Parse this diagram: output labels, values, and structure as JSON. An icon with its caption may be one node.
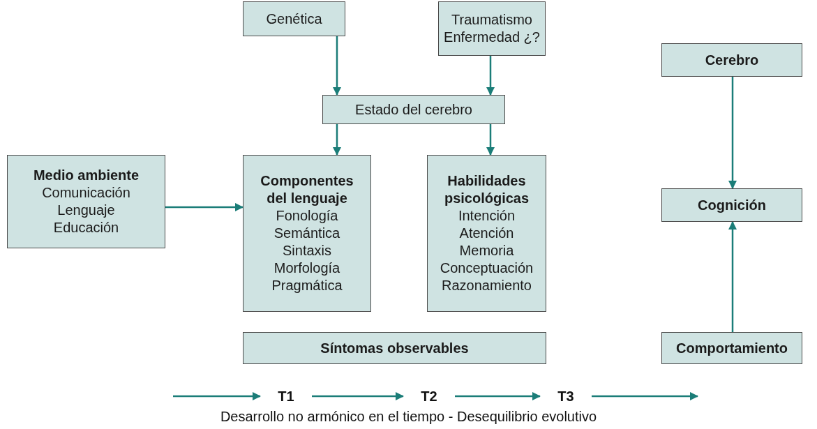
{
  "diagram": {
    "caption": "Desarrollo no armónico en el tiempo - Desequilibrio evolutivo",
    "nodes": [
      {
        "text": [
          "Genética"
        ]
      },
      {
        "text": [
          "Traumatismo Enfermedad ¿?"
        ]
      },
      {
        "text": [
          "Cerebro"
        ]
      },
      {
        "text": [
          "Estado del cerebro"
        ]
      },
      {
        "text": [
          "Medio ambiente",
          "Comunicación",
          "Lenguaje",
          "Educación"
        ]
      },
      {
        "text": [
          "Componentes del lenguaje",
          "Fonología",
          "Semántica",
          "Sintaxis",
          "Morfología",
          "Pragmática"
        ]
      },
      {
        "text": [
          "Habilidades psicológicas",
          "Intención",
          "Atención",
          "Memoria",
          "Conceptuación",
          "Razonamiento"
        ]
      },
      {
        "text": [
          "Cognición"
        ]
      },
      {
        "text": [
          "Síntomas observables"
        ]
      },
      {
        "text": [
          "Comportamiento"
        ]
      },
      {
        "text": [
          "T1"
        ]
      },
      {
        "text": [
          "T2"
        ]
      },
      {
        "text": [
          "T3"
        ]
      }
    ],
    "edges": [
      {
        "from": 0,
        "to": 3,
        "arrow": "to"
      },
      {
        "from": 1,
        "to": 3,
        "arrow": "to"
      },
      {
        "from": 3,
        "to": 5,
        "arrow": "to"
      },
      {
        "from": 3,
        "to": 6,
        "arrow": "to"
      },
      {
        "from": 4,
        "to": 5,
        "arrow": "to"
      },
      {
        "from": 2,
        "to": 7,
        "arrow": "to"
      },
      {
        "from": 9,
        "to": 7,
        "arrow": "to"
      },
      {
        "from": null,
        "to": 10,
        "arrow": "to"
      },
      {
        "from": 10,
        "to": 11,
        "arrow": "to"
      },
      {
        "from": 11,
        "to": 12,
        "arrow": "to"
      },
      {
        "from": 12,
        "to": null,
        "arrow": "to"
      }
    ]
  }
}
